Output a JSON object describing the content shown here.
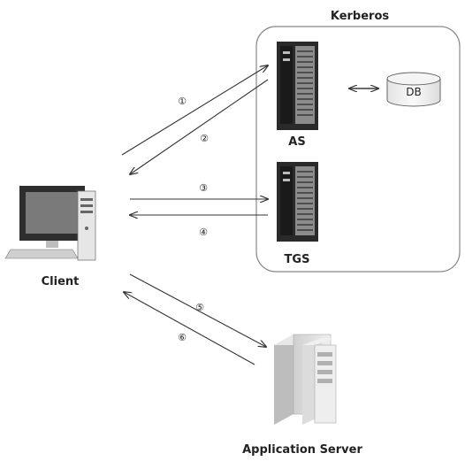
{
  "diagram": {
    "title": "Kerberos",
    "nodes": {
      "as": "AS",
      "tgs": "TGS",
      "db": "DB",
      "client": "Client",
      "app_server": "Application Server"
    },
    "steps": [
      "①",
      "②",
      "③",
      "④",
      "⑤",
      "⑥"
    ]
  },
  "colors": {
    "line": "#333333",
    "panel_border": "#888888",
    "server_dark": "#2a2a2a",
    "server_panel": "#8c8c8c"
  }
}
